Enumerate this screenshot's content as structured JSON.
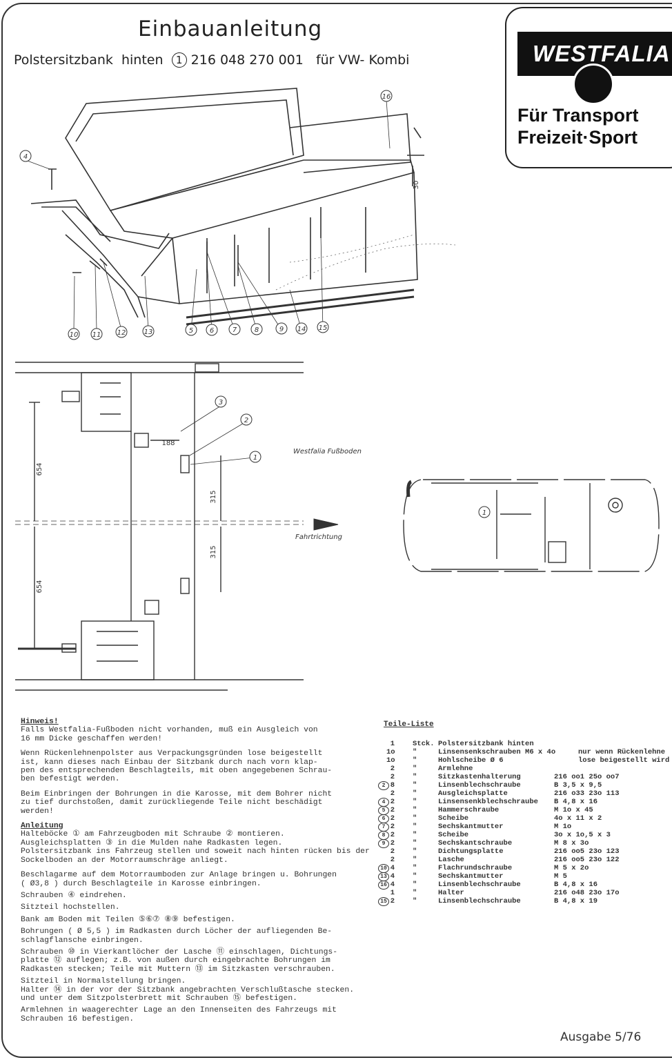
{
  "header": {
    "title": "Einbauanleitung",
    "subtitle_pre": "Polstersitzbank  hinten",
    "subtitle_circle": "1",
    "subtitle_post": " 216 048 270 001   für VW- Kombi"
  },
  "logo": {
    "brand": "WESTFALIA",
    "line1": "Für Transport",
    "line2": "Freizeit·Sport"
  },
  "drawing_top": {
    "callouts": [
      "4",
      "16",
      "10",
      "11",
      "12",
      "13",
      "5",
      "6",
      "7",
      "8",
      "9",
      "14",
      "15"
    ],
    "dim": "30"
  },
  "drawing_plan": {
    "dims": [
      "654",
      "654",
      "315",
      "315",
      "188"
    ],
    "callouts": [
      "3",
      "2",
      "1"
    ],
    "floor_label": "Westfalia Fußboden",
    "direction_label": "Fahrtrichtung"
  },
  "drawing_van": {
    "callout": "1"
  },
  "notes": {
    "hinweis_title": "Hinweis!",
    "hinweis": [
      "Falls Westfalia-Fußboden nicht vorhanden, muß ein Ausgleich von\n16 mm Dicke geschaffen werden!",
      "Wenn Rückenlehnenpolster aus Verpackungsgründen lose beigestellt\nist, kann dieses nach Einbau der Sitzbank durch nach vorn klap-\npen des entsprechenden Beschlagteils, mit oben angegebenen Schrau-\nben befestigt werden.",
      "Beim Einbringen der Bohrungen in die Karosse, mit dem Bohrer nicht\nzu tief durchstoßen, damit zurückliegende Teile nicht beschädigt\nwerden!"
    ],
    "anleitung_title": "Anleitung",
    "anleitung": [
      "Halteböcke ① am Fahrzeugboden mit Schraube ② montieren.\nAusgleichsplatten ③ in die Mulden nahe Radkasten legen.\nPolstersitzbank ins Fahrzeug stellen und soweit nach hinten rücken bis der\nSockelboden an der Motorraumschräge anliegt.",
      "Beschlagarme auf dem Motorraumboden zur Anlage bringen u. Bohrungen\n( Ø3,8 ) durch Beschlagteile in Karosse einbringen.",
      "Schrauben ④ eindrehen.",
      "Sitzteil hochstellen.",
      "Bank am Boden mit Teilen ⑤⑥⑦ ⑧⑨ befestigen.",
      "Bohrungen ( Ø 5,5 ) im Radkasten durch Löcher der aufliegenden Be-\nschlagflansche einbringen.",
      "Schrauben ⑩ in Vierkantlöcher der Lasche ⑪ einschlagen, Dichtungs-\nplatte ⑫ auflegen; z.B. von außen durch eingebrachte Bohrungen im\nRadkasten stecken; Teile mit Muttern ⑬ im Sitzkasten verschrauben.",
      "Sitzteil in Normalstellung bringen.\nHalter ⑭ in der vor der Sitzbank angebrachten Verschlußtasche stecken.\nund unter dem Sitzpolsterbrett mit Schrauben ⑮ befestigen.",
      "Armlehnen in waagerechter Lage an den Innenseiten des Fahrzeugs mit\nSchrauben 16 befestigen."
    ]
  },
  "parts": {
    "title": "Teile-Liste",
    "rows": [
      {
        "m": "",
        "q": "1",
        "d": "Stck.",
        "n": "Polstersitzbank hinten",
        "s": "",
        "x": ""
      },
      {
        "m": "",
        "q": "1o",
        "d": "\"",
        "n": "Linsensenkschrauben M6 x 4o",
        "s": "",
        "x": "nur wenn Rückenlehne"
      },
      {
        "m": "",
        "q": "1o",
        "d": "\"",
        "n": "Hohlscheibe Ø 6",
        "s": "",
        "x": "lose beigestellt wird"
      },
      {
        "m": "",
        "q": "2",
        "d": "\"",
        "n": "Armlehne",
        "s": "",
        "x": ""
      },
      {
        "m": "",
        "q": "2",
        "d": "\"",
        "n": "Sitzkastenhalterung",
        "s": "216 oo1 25o oo7",
        "x": ""
      },
      {
        "m": "2",
        "q": "8",
        "d": "\"",
        "n": "Linsenblechschraube",
        "s": "B 3,5 x 9,5",
        "x": ""
      },
      {
        "m": "",
        "q": "2",
        "d": "\"",
        "n": "Ausgleichsplatte",
        "s": "216 o33 23o 113",
        "x": ""
      },
      {
        "m": "4",
        "q": "2",
        "d": "\"",
        "n": "Linsensenkblechschraube",
        "s": "B 4,8 x 16",
        "x": ""
      },
      {
        "m": "5",
        "q": "2",
        "d": "\"",
        "n": "Hammerschraube",
        "s": "M 1o x 45",
        "x": ""
      },
      {
        "m": "6",
        "q": "2",
        "d": "\"",
        "n": "Scheibe",
        "s": "4o x 11 x 2",
        "x": ""
      },
      {
        "m": "7",
        "q": "2",
        "d": "\"",
        "n": "Sechskantmutter",
        "s": "M 1o",
        "x": ""
      },
      {
        "m": "8",
        "q": "2",
        "d": "\"",
        "n": "Scheibe",
        "s": "3o x 1o,5 x 3",
        "x": ""
      },
      {
        "m": "9",
        "q": "2",
        "d": "\"",
        "n": "Sechskantschraube",
        "s": "M 8 x 3o",
        "x": ""
      },
      {
        "m": "",
        "q": "2",
        "d": "\"",
        "n": "Dichtungsplatte",
        "s": "216 oo5 23o 123",
        "x": ""
      },
      {
        "m": "",
        "q": "2",
        "d": "\"",
        "n": "Lasche",
        "s": "216 oo5 23o 122",
        "x": ""
      },
      {
        "m": "10",
        "q": "4",
        "d": "\"",
        "n": "Flachrundschraube",
        "s": "M 5 x 2o",
        "x": ""
      },
      {
        "m": "13",
        "q": "4",
        "d": "\"",
        "n": "Sechskantmutter",
        "s": "M 5",
        "x": ""
      },
      {
        "m": "16",
        "q": "4",
        "d": "\"",
        "n": "Linsenblechschraube",
        "s": "B 4,8 x 16",
        "x": ""
      },
      {
        "m": "",
        "q": "1",
        "d": "\"",
        "n": "Halter",
        "s": "216 o48 23o 17o",
        "x": ""
      },
      {
        "m": "15",
        "q": "2",
        "d": "\"",
        "n": "Linsenblechschraube",
        "s": "B 4,8 x 19",
        "x": ""
      }
    ]
  },
  "footer": {
    "edition": "Ausgabe 5/76"
  }
}
